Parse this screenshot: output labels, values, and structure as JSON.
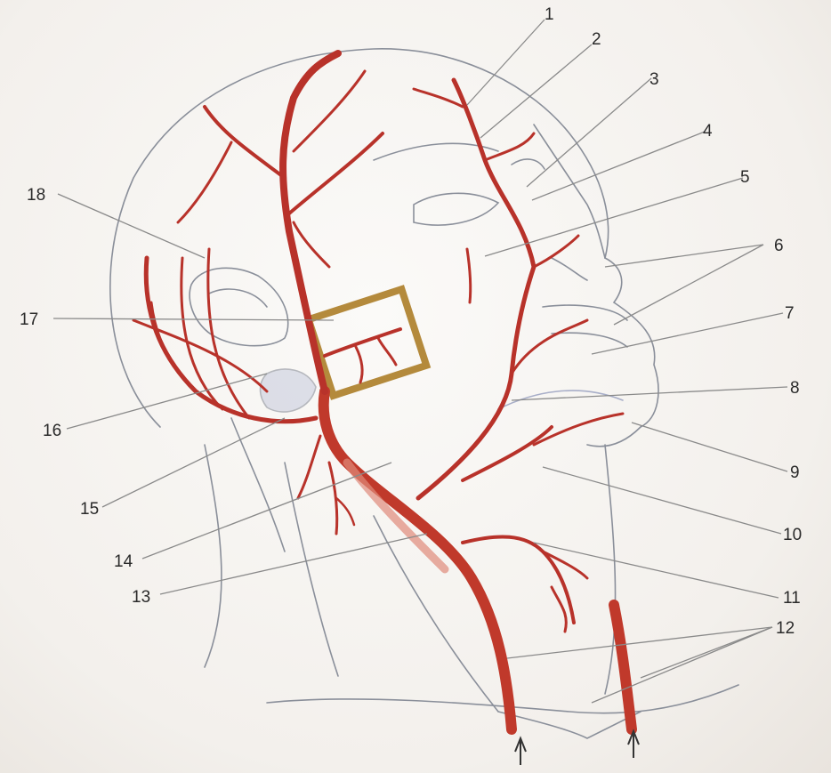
{
  "figure": {
    "labels": [
      {
        "id": "1",
        "text": "1"
      },
      {
        "id": "2",
        "text": "2"
      },
      {
        "id": "3",
        "text": "3"
      },
      {
        "id": "4",
        "text": "4"
      },
      {
        "id": "5",
        "text": "5"
      },
      {
        "id": "6",
        "text": "6"
      },
      {
        "id": "7",
        "text": "7"
      },
      {
        "id": "8",
        "text": "8"
      },
      {
        "id": "9",
        "text": "9"
      },
      {
        "id": "10",
        "text": "10"
      },
      {
        "id": "11",
        "text": "11"
      },
      {
        "id": "12",
        "text": "12"
      },
      {
        "id": "13",
        "text": "13"
      },
      {
        "id": "14",
        "text": "14"
      },
      {
        "id": "15",
        "text": "15"
      },
      {
        "id": "16",
        "text": "16"
      },
      {
        "id": "17",
        "text": "17"
      },
      {
        "id": "18",
        "text": "18"
      }
    ],
    "colors": {
      "artery": "#b8322a",
      "artery_light": "#e08a7a",
      "outline": "#8a8f9a",
      "mandible_box": "#b48a3c"
    }
  }
}
